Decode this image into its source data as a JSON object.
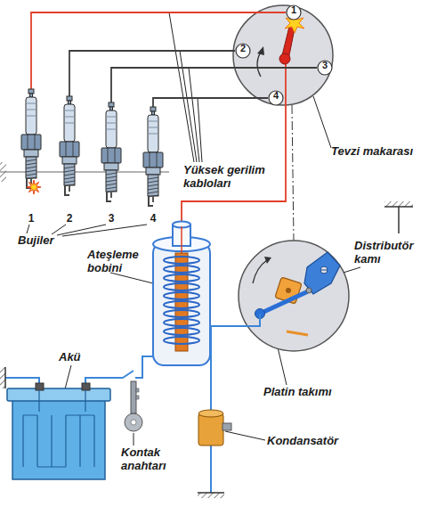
{
  "diagram": {
    "nodes": [
      {
        "text": [
          "1"
        ]
      },
      {
        "text": [
          "2"
        ]
      },
      {
        "text": [
          "3"
        ]
      },
      {
        "text": [
          "4"
        ]
      },
      {
        "text": [
          "1"
        ]
      },
      {
        "text": [
          "2"
        ]
      },
      {
        "text": [
          "3"
        ]
      },
      {
        "text": [
          "4"
        ]
      }
    ],
    "edges": [
      {
        "from": 0,
        "to": 4,
        "arrow": "none"
      },
      {
        "from": 1,
        "to": 5,
        "arrow": "none"
      },
      {
        "from": 2,
        "to": 6,
        "arrow": "none"
      },
      {
        "from": 3,
        "to": 7,
        "arrow": "none"
      }
    ],
    "labels": [
      "Tevzi makarası",
      "Yüksek gerilim kabloları",
      "Bujiler",
      "Distributör kamı",
      "Ateşleme bobini",
      "Akü",
      "Platin takımı",
      "Kontak anahtarı",
      "Kondansatör"
    ]
  }
}
